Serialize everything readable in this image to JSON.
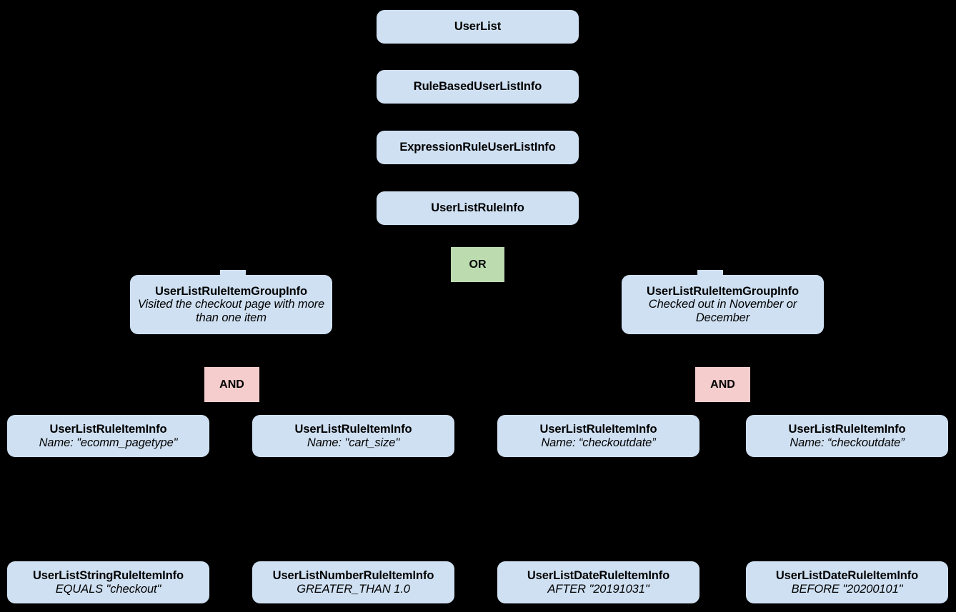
{
  "diagram": {
    "type": "tree",
    "background_color": "#000000",
    "node_color": "#cfe0f2",
    "or_color": "#bcdcb0",
    "and_color": "#f5cdcd",
    "text_color": "#000000"
  },
  "nodes": {
    "user_list": {
      "title": "UserList"
    },
    "rule_based_user_list_info": {
      "title": "RuleBasedUserListInfo"
    },
    "expression_rule_user_list_info": {
      "title": "ExpressionRuleUserListInfo"
    },
    "user_list_rule_info": {
      "title": "UserListRuleInfo"
    },
    "or_operator": {
      "label": "OR"
    },
    "group_left": {
      "title": "UserListRuleItemGroupInfo",
      "subtitle": "Visited the checkout page with more than one item"
    },
    "group_right": {
      "title": "UserListRuleItemGroupInfo",
      "subtitle": "Checked out in November or December"
    },
    "and_left": {
      "label": "AND"
    },
    "and_right": {
      "label": "AND"
    },
    "item_1": {
      "title": "UserListRuleItemInfo",
      "subtitle": "Name: \"ecomm_pagetype\""
    },
    "item_2": {
      "title": "UserListRuleItemInfo",
      "subtitle": "Name: \"cart_size\""
    },
    "item_3": {
      "title": "UserListRuleItemInfo",
      "subtitle": "Name: “checkoutdate”"
    },
    "item_4": {
      "title": "UserListRuleItemInfo",
      "subtitle": "Name: “checkoutdate”"
    },
    "leaf_1": {
      "title": "UserListStringRuleItemInfo",
      "subtitle": "EQUALS \"checkout\""
    },
    "leaf_2": {
      "title": "UserListNumberRuleItemInfo",
      "subtitle": "GREATER_THAN 1.0"
    },
    "leaf_3": {
      "title": "UserListDateRuleItemInfo",
      "subtitle": "AFTER \"20191031\""
    },
    "leaf_4": {
      "title": "UserListDateRuleItemInfo",
      "subtitle": "BEFORE \"20200101\""
    }
  }
}
